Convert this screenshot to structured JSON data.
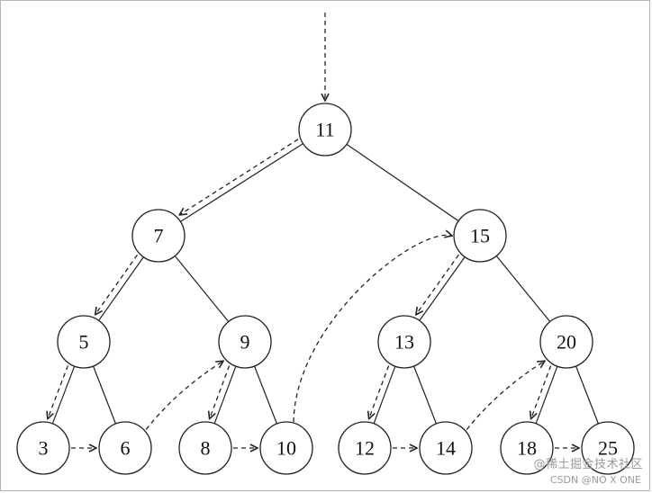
{
  "tree": {
    "nodes": [
      {
        "id": "n11",
        "label": "11"
      },
      {
        "id": "n7",
        "label": "7"
      },
      {
        "id": "n15",
        "label": "15"
      },
      {
        "id": "n5",
        "label": "5"
      },
      {
        "id": "n9",
        "label": "9"
      },
      {
        "id": "n13",
        "label": "13"
      },
      {
        "id": "n20",
        "label": "20"
      },
      {
        "id": "n3",
        "label": "3"
      },
      {
        "id": "n6",
        "label": "6"
      },
      {
        "id": "n8",
        "label": "8"
      },
      {
        "id": "n10",
        "label": "10"
      },
      {
        "id": "n12",
        "label": "12"
      },
      {
        "id": "n14",
        "label": "14"
      },
      {
        "id": "n18",
        "label": "18"
      },
      {
        "id": "n25",
        "label": "25"
      }
    ],
    "edges": [
      [
        "n11",
        "n7"
      ],
      [
        "n11",
        "n15"
      ],
      [
        "n7",
        "n5"
      ],
      [
        "n7",
        "n9"
      ],
      [
        "n15",
        "n13"
      ],
      [
        "n15",
        "n20"
      ],
      [
        "n5",
        "n3"
      ],
      [
        "n5",
        "n6"
      ],
      [
        "n9",
        "n8"
      ],
      [
        "n9",
        "n10"
      ],
      [
        "n13",
        "n12"
      ],
      [
        "n13",
        "n14"
      ],
      [
        "n20",
        "n18"
      ],
      [
        "n20",
        "n25"
      ]
    ],
    "traversal_arrows": [
      [
        "start",
        "n11"
      ],
      [
        "n11",
        "n7"
      ],
      [
        "n7",
        "n5"
      ],
      [
        "n5",
        "n3"
      ],
      [
        "n3",
        "n6"
      ],
      [
        "n6",
        "n9"
      ],
      [
        "n9",
        "n8"
      ],
      [
        "n8",
        "n10"
      ],
      [
        "n10",
        "n15"
      ],
      [
        "n15",
        "n13"
      ],
      [
        "n13",
        "n12"
      ],
      [
        "n12",
        "n14"
      ],
      [
        "n14",
        "n20"
      ],
      [
        "n20",
        "n18"
      ],
      [
        "n18",
        "n25"
      ]
    ]
  },
  "watermark": {
    "text": "@稀土掘金技术社区",
    "credit": "CSDN @NO X ONE"
  }
}
